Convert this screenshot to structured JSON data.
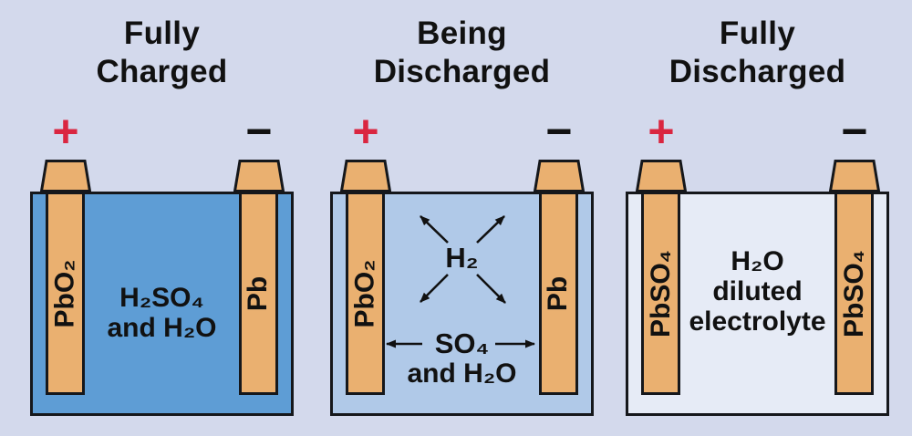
{
  "diagram": {
    "colors": {
      "background": "#d3d9ec",
      "electrode": "#eab070",
      "outline": "#15171b",
      "positive_sign": "#da2640",
      "negative_sign": "#111111",
      "arrow": "#111111"
    },
    "panels": [
      {
        "title": "Fully\nCharged",
        "positive_terminal_sign": "+",
        "negative_terminal_sign": "−",
        "left_electrode_label": "PbO₂",
        "right_electrode_label": "Pb",
        "electrolyte_label": "H₂SO₄\nand H₂O",
        "electrolyte_color": "#5e9dd5"
      },
      {
        "title": "Being\nDischarged",
        "positive_terminal_sign": "+",
        "negative_terminal_sign": "−",
        "left_electrode_label": "PbO₂",
        "right_electrode_label": "Pb",
        "hydrogen_label": "H₂",
        "sulfate_label": "SO₄",
        "water_label": "and H₂O",
        "electrolyte_color": "#b0c9e8"
      },
      {
        "title": "Fully\nDischarged",
        "positive_terminal_sign": "+",
        "negative_terminal_sign": "−",
        "left_electrode_label": "PbSO₄",
        "right_electrode_label": "PbSO₄",
        "electrolyte_label": "H₂O\ndiluted\nelectrolyte",
        "electrolyte_color": "#e6ebf6"
      }
    ]
  }
}
